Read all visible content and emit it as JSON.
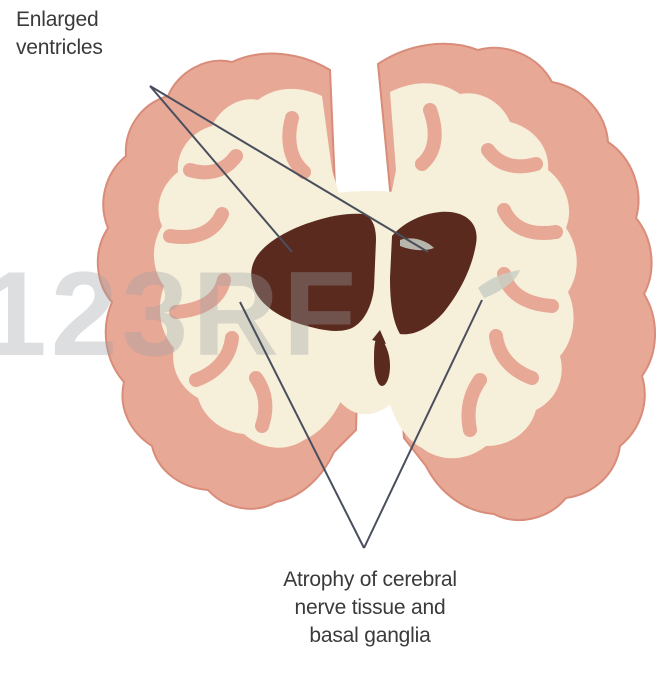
{
  "labels": {
    "enlarged_ventricles": [
      "Enlarged",
      "ventricles"
    ],
    "atrophy": [
      "Atrophy of cerebral",
      "nerve tissue and",
      "basal ganglia"
    ]
  },
  "watermark": "123RF",
  "colors": {
    "cortex": "#e8a896",
    "cortex_dark": "#d98c79",
    "white_matter": "#f6efd9",
    "ventricle": "#5b2a1e",
    "ventricle_highlight": "#7a4232",
    "pointer_line": "#4a4f5e",
    "text": "#3a3a3a"
  }
}
